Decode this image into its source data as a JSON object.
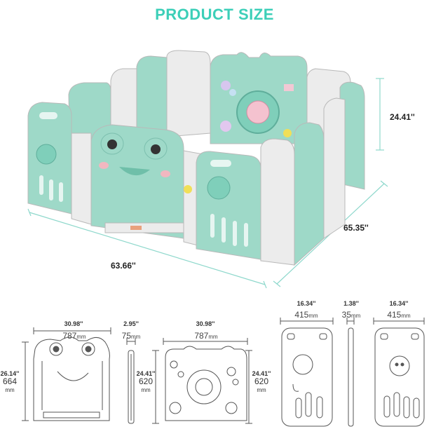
{
  "header": {
    "title": "PRODUCT SIZE"
  },
  "colors": {
    "title": "#3ccfb8",
    "mint": "#9ed9c8",
    "mint_dark": "#6fbfa9",
    "white_panel": "#ececec",
    "dim_line": "#8ed8cc",
    "outline": "#555555"
  },
  "overall": {
    "height": "24.41''",
    "depth": "65.35''",
    "width": "63.66''"
  },
  "panels": [
    {
      "name": "frog-gate-panel",
      "width_in": "30.98''",
      "width_mm": "787",
      "height_in": "26.14''",
      "height_mm": "664",
      "unit": "mm"
    },
    {
      "name": "gate-side-view",
      "width_in": "2.95''",
      "width_mm": "75",
      "height_in": "24.41''",
      "height_mm": "620",
      "unit": "mm"
    },
    {
      "name": "play-panel",
      "width_in": "30.98''",
      "width_mm": "787",
      "height_in": "24.41''",
      "height_mm": "620",
      "unit": "mm"
    },
    {
      "name": "white-panel",
      "width_in": "16.34''",
      "width_mm": "415",
      "unit": "mm"
    },
    {
      "name": "panel-side-view",
      "width_in": "1.38''",
      "width_mm": "35",
      "unit": "mm"
    },
    {
      "name": "mint-panel",
      "width_in": "16.34''",
      "width_mm": "415",
      "unit": "mm"
    }
  ]
}
